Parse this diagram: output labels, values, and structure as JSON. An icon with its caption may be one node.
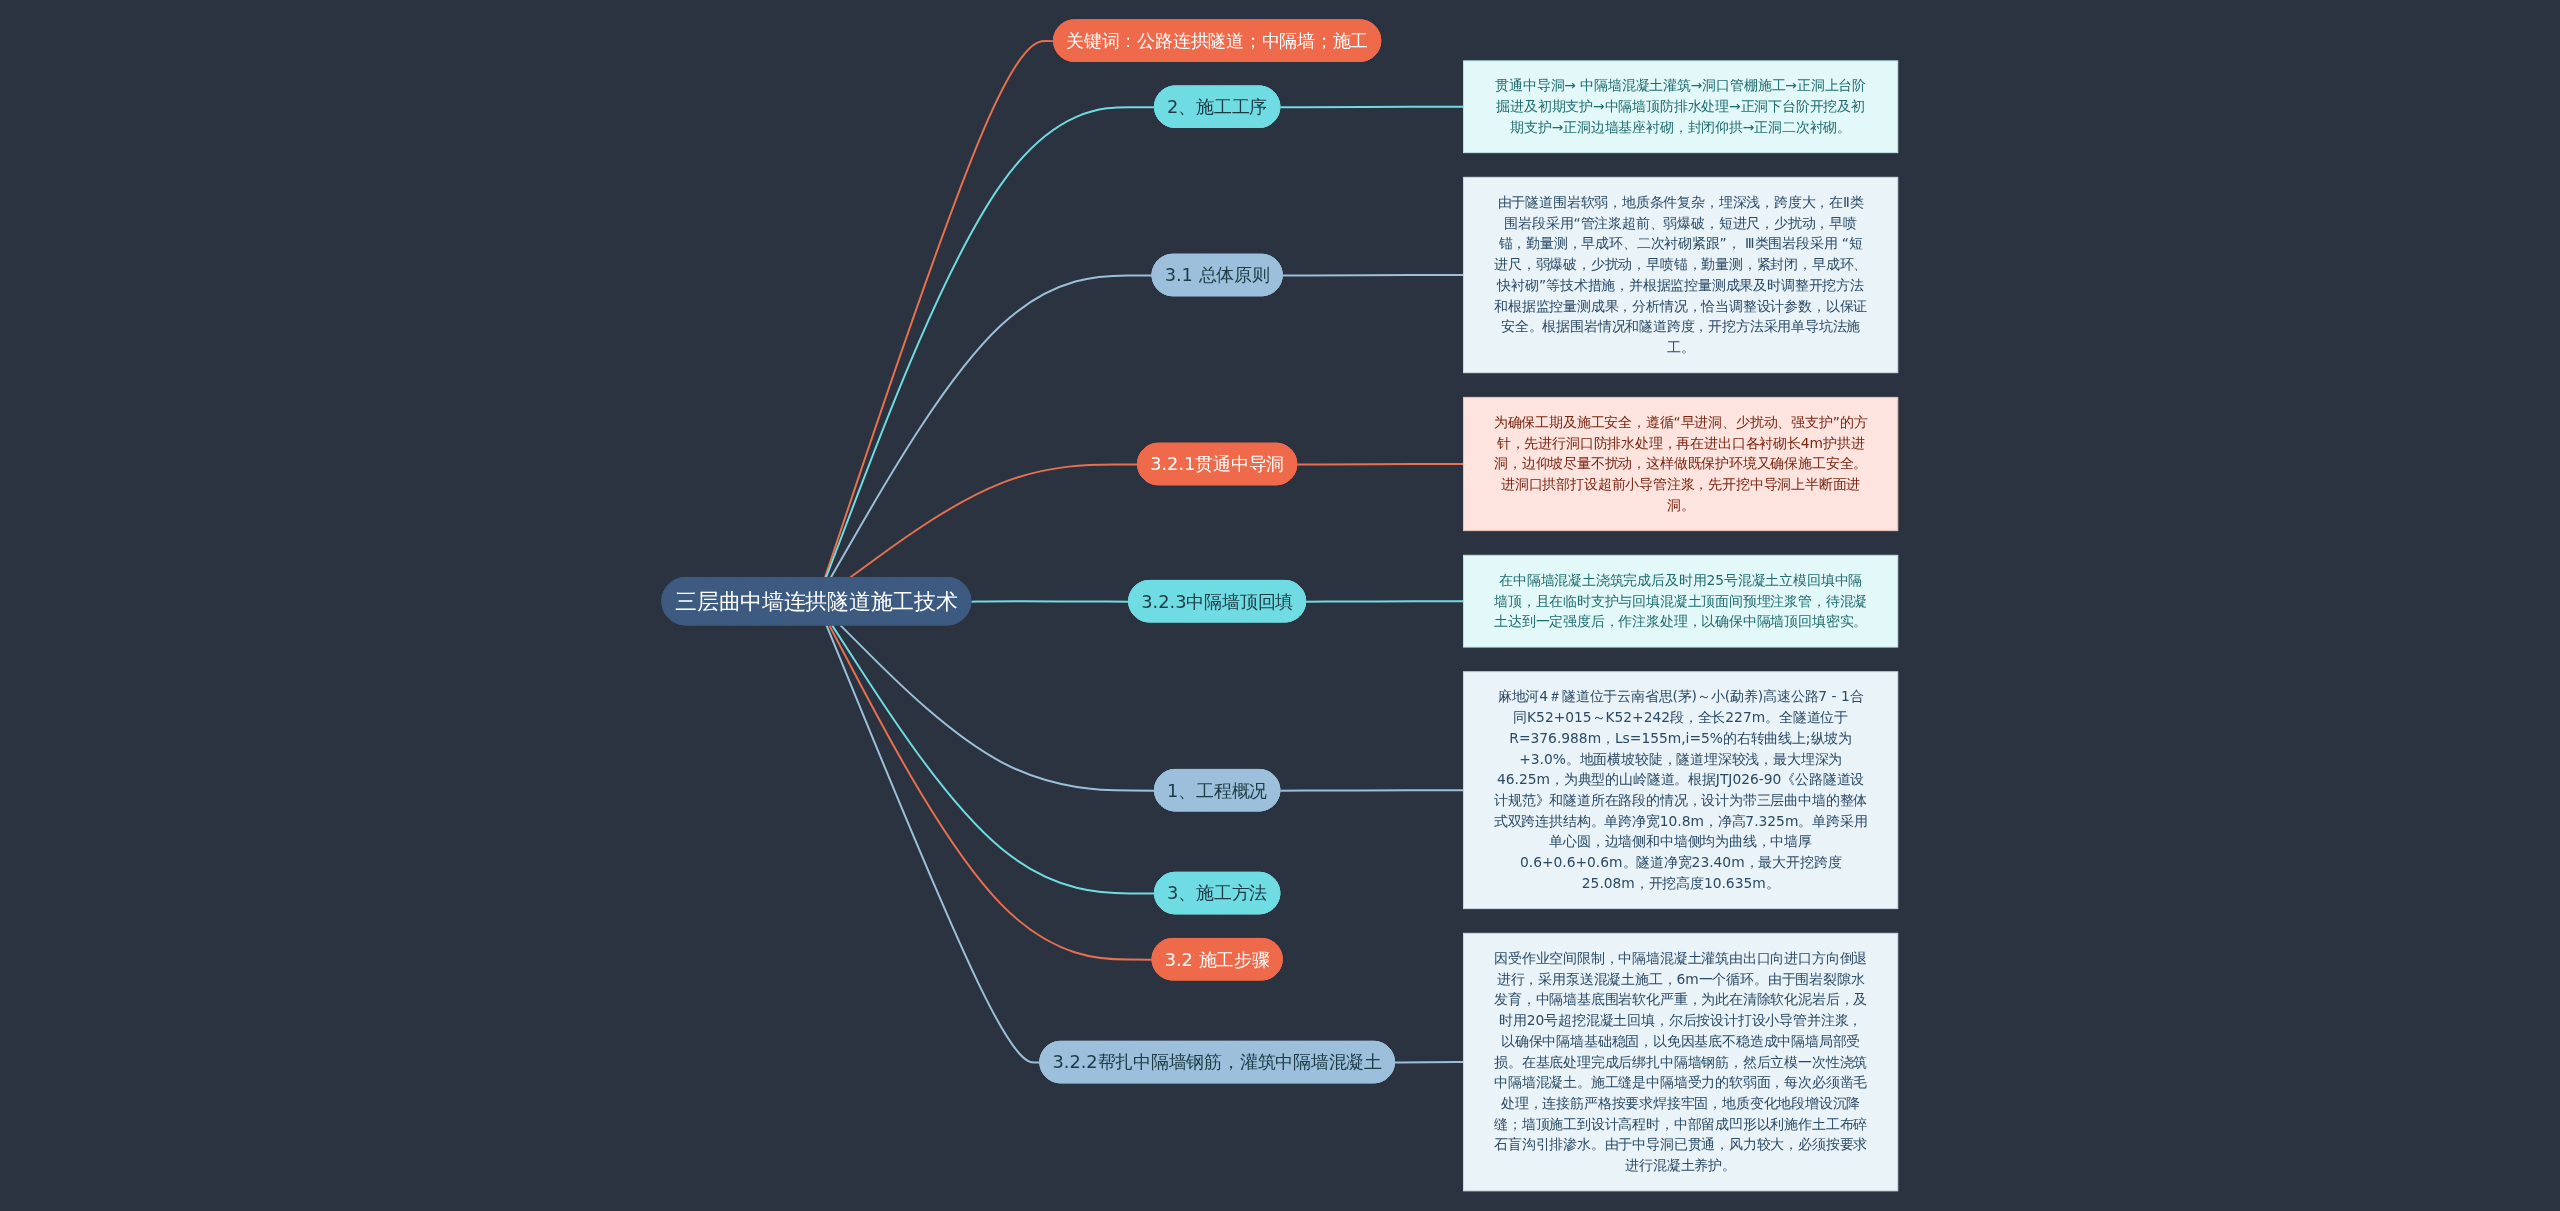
{
  "diagram": {
    "nodes": [
      {
        "text": [
          "三层曲中墙连拱隧道施工技术"
        ]
      },
      {
        "text": [
          "关键词：公路连拱隧道；中隔墙；施工"
        ]
      },
      {
        "text": [
          "2、施工工序"
        ]
      },
      {
        "text": [
          "贯通中导洞→ 中隔墙混凝土灌筑→洞口管棚施工→正洞上台阶掘进及初期支护→中隔墙顶防排水处理→正洞下台阶开挖及初期支护→正洞边墙基座衬砌，封闭仰拱→正洞二次衬砌。"
        ]
      },
      {
        "text": [
          "3.1 总体原则"
        ]
      },
      {
        "text": [
          "由于隧道围岩软弱，地质条件复杂，埋深浅，跨度大，在Ⅱ类围岩段采用“管注浆超前、弱爆破，短进尺，少扰动，早喷锚，勤量测，早成环、二次衬砌紧跟”， Ⅲ类围岩段采用 “短进尺，弱爆破，少扰动，早喷锚，勤量测，紧封闭，早成环、快衬砌”等技术措施，并根据监控量测成果及时调整开挖方法和根据监控量测成果，分析情况，恰当调整设计参数，以保证安全。根据围岩情况和隧道跨度，开挖方法采用单导坑法施工。"
        ]
      },
      {
        "text": [
          "3.2.1贯通中导洞"
        ]
      },
      {
        "text": [
          "为确保工期及施工安全，遵循“早进洞、少扰动、强支护”的方针，先进行洞口防排水处理，再在进出口各衬砌长4m护拱进洞，边仰坡尽量不扰动，这样做既保护环境又确保施工安全。进洞口拱部打设超前小导管注浆，先开挖中导洞上半断面进洞。"
        ]
      },
      {
        "text": [
          "3.2.3中隔墙顶回填"
        ]
      },
      {
        "text": [
          "在中隔墙混凝土浇筑完成后及时用25号混凝土立模回填中隔墙顶，且在临时支护与回填混凝土顶面间预埋注浆管，待混凝土达到一定强度后，作注浆处理，以确保中隔墙顶回填密实。"
        ]
      },
      {
        "text": [
          "1、工程概况"
        ]
      },
      {
        "text": [
          "麻地河4＃隧道位于云南省思(茅)～小(勐养)高速公路7 - 1合同K52+015～K52+242段，全长227m。全隧道位于R=376.988m，Ls=155m,i=5%的右转曲线上;纵坡为+3.0%。地面横坡较陡，隧道埋深较浅，最大埋深为46.25m，为典型的山岭隧道。根据JTJ026-90《公路隧道设计规范》和隧道所在路段的情况，设计为带三层曲中墙的整体式双跨连拱结构。单跨净宽10.8m，净高7.325m。单跨采用单心圆，边墙侧和中墙侧均为曲线，中墙厚0.6+0.6+0.6m。隧道净宽23.40m，最大开挖跨度25.08m，开挖高度10.635m。"
        ]
      },
      {
        "text": [
          "3、施工方法"
        ]
      },
      {
        "text": [
          "3.2 施工步骤"
        ]
      },
      {
        "text": [
          "3.2.2帮扎中隔墙钢筋，灌筑中隔墙混凝土"
        ]
      },
      {
        "text": [
          "因受作业空间限制，中隔墙混凝土灌筑由出口向进口方向倒退进行，采用泵送混凝土施工，6m一个循环。由于围岩裂隙水发育，中隔墙基底围岩软化严重，为此在清除软化泥岩后，及时用20号超挖混凝土回填，尔后按设计打设小导管并注浆，以确保中隔墙基础稳固，以免因基底不稳造成中隔墙局部受损。在基底处理完成后绑扎中隔墙钢筋，然后立模一次性浇筑中隔墙混凝土。施工缝是中隔墙受力的软弱面，每次必须凿毛处理，连接筋严格按要求焊接牢固，地质变化地段增设沉降缝；墙顶施工到设计高程时，中部留成凹形以利施作土工布碎石盲沟引排渗水。由于中导洞已贯通，风力较大，必须按要求进行混凝土养护。"
        ]
      }
    ],
    "edges": [
      {
        "from": 0,
        "to": 1,
        "arrow": "none",
        "color": "#e8704f"
      },
      {
        "from": 0,
        "to": 2,
        "arrow": "none",
        "color": "#6fdbe3"
      },
      {
        "from": 2,
        "to": 3,
        "arrow": "none",
        "color": "#6fdbe3"
      },
      {
        "from": 0,
        "to": 4,
        "arrow": "none"
      },
      {
        "from": 4,
        "to": 5,
        "arrow": "none"
      },
      {
        "from": 0,
        "to": 6,
        "arrow": "none",
        "color": "#e8704f"
      },
      {
        "from": 6,
        "to": 7,
        "arrow": "none",
        "color": "#e8704f"
      },
      {
        "from": 0,
        "to": 8,
        "arrow": "none",
        "color": "#6fdbe3"
      },
      {
        "from": 8,
        "to": 9,
        "arrow": "none",
        "color": "#6fdbe3"
      },
      {
        "from": 0,
        "to": 10,
        "arrow": "none"
      },
      {
        "from": 10,
        "to": 11,
        "arrow": "none"
      },
      {
        "from": 0,
        "to": 12,
        "arrow": "none",
        "color": "#6fdbe3"
      },
      {
        "from": 0,
        "to": 13,
        "arrow": "none",
        "color": "#e8704f"
      },
      {
        "from": 0,
        "to": 14,
        "arrow": "none"
      },
      {
        "from": 14,
        "to": 15,
        "arrow": "none"
      }
    ]
  }
}
